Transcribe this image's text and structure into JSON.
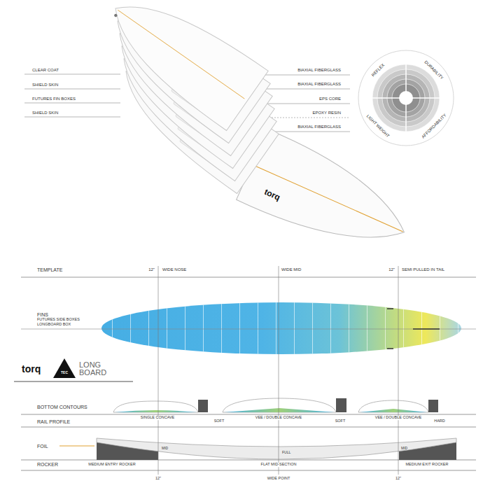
{
  "diagram": {
    "labels": [
      "CLEAR COAT",
      "SHIELD SKIN",
      "FUTURES FIN BOXES",
      "SHIELD SKIN",
      "BIAXIAL FIBERGLASS",
      "BIAXIAL FIBERGLASS",
      "EPS CORE",
      "EPOXY RESIN",
      "BIAXIAL FIBERGLASS",
      "torq",
      "REFLEX",
      "DURABILITY",
      "AFFORDABILITY",
      "LIGHT WEIGHT",
      "TEMPLATE",
      "12\"",
      "WIDE NOSE",
      "WIDE MID",
      "12\"",
      "SEMI PULLED IN TAIL",
      "FINS",
      "FUTURES SIDE BOXES",
      "LONGBOARD BOX",
      "torq",
      "TEC",
      "LONG BOARD",
      "BOTTOM CONTOURS",
      "SINGLE CONCAVE",
      "VEE / DOUBLE CONCAVE",
      "VEE / DOUBLE CONCAVE",
      "RAIL PROFILE",
      "SOFT",
      "SOFT",
      "HARD",
      "FOIL",
      "MID",
      "FULL",
      "MID",
      "ROCKER",
      "MEDIUM ENTRY ROCKER",
      "FLAT MID-SECTION",
      "MEDIUM EXIT ROCKER",
      "12\"",
      "WIDE POINT",
      "12\""
    ]
  }
}
